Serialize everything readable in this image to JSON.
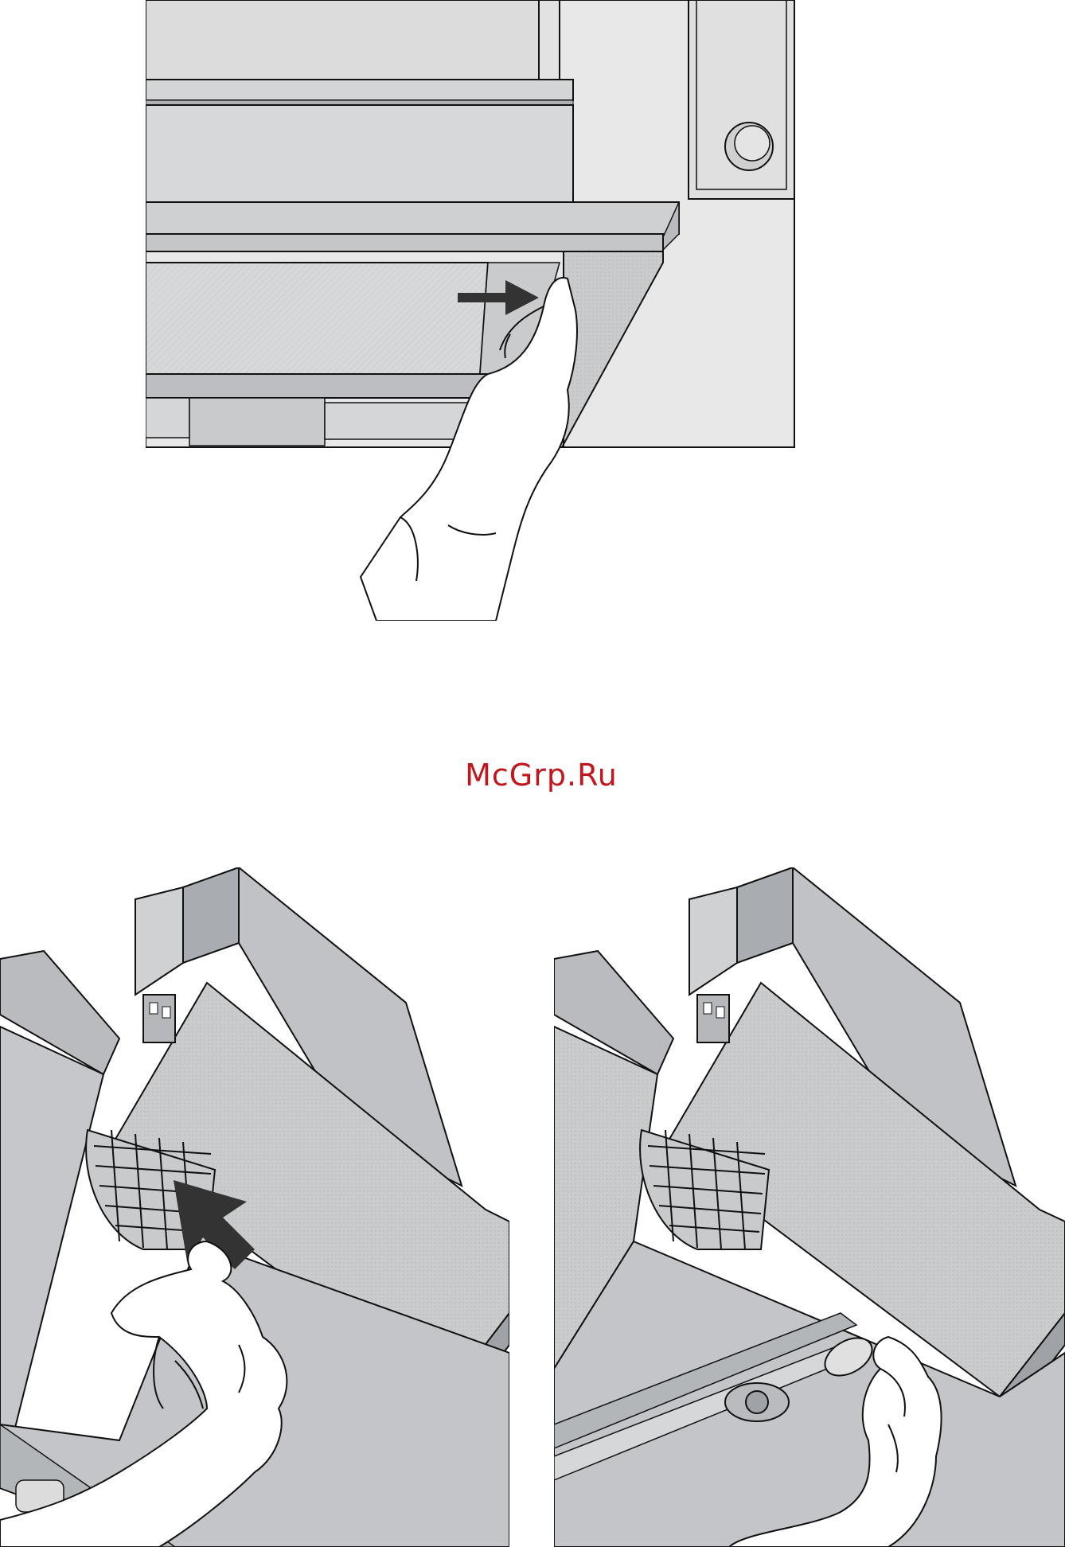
{
  "watermark": {
    "text": "McGrp.Ru",
    "color": "#c3161c"
  },
  "colors": {
    "metal_light": "#d9d9d9",
    "metal_mid": "#c6c8ca",
    "metal_dark": "#9b9ea2",
    "wall": "#e6e6e6",
    "outline": "#111111",
    "arrow": "#333333"
  },
  "figures": {
    "top": {
      "icon": "hood-filter-slide-illustration"
    },
    "bottom_left": {
      "icon": "filter-insertion-illustration"
    },
    "bottom_right": {
      "icon": "lamp-replacement-illustration"
    }
  }
}
